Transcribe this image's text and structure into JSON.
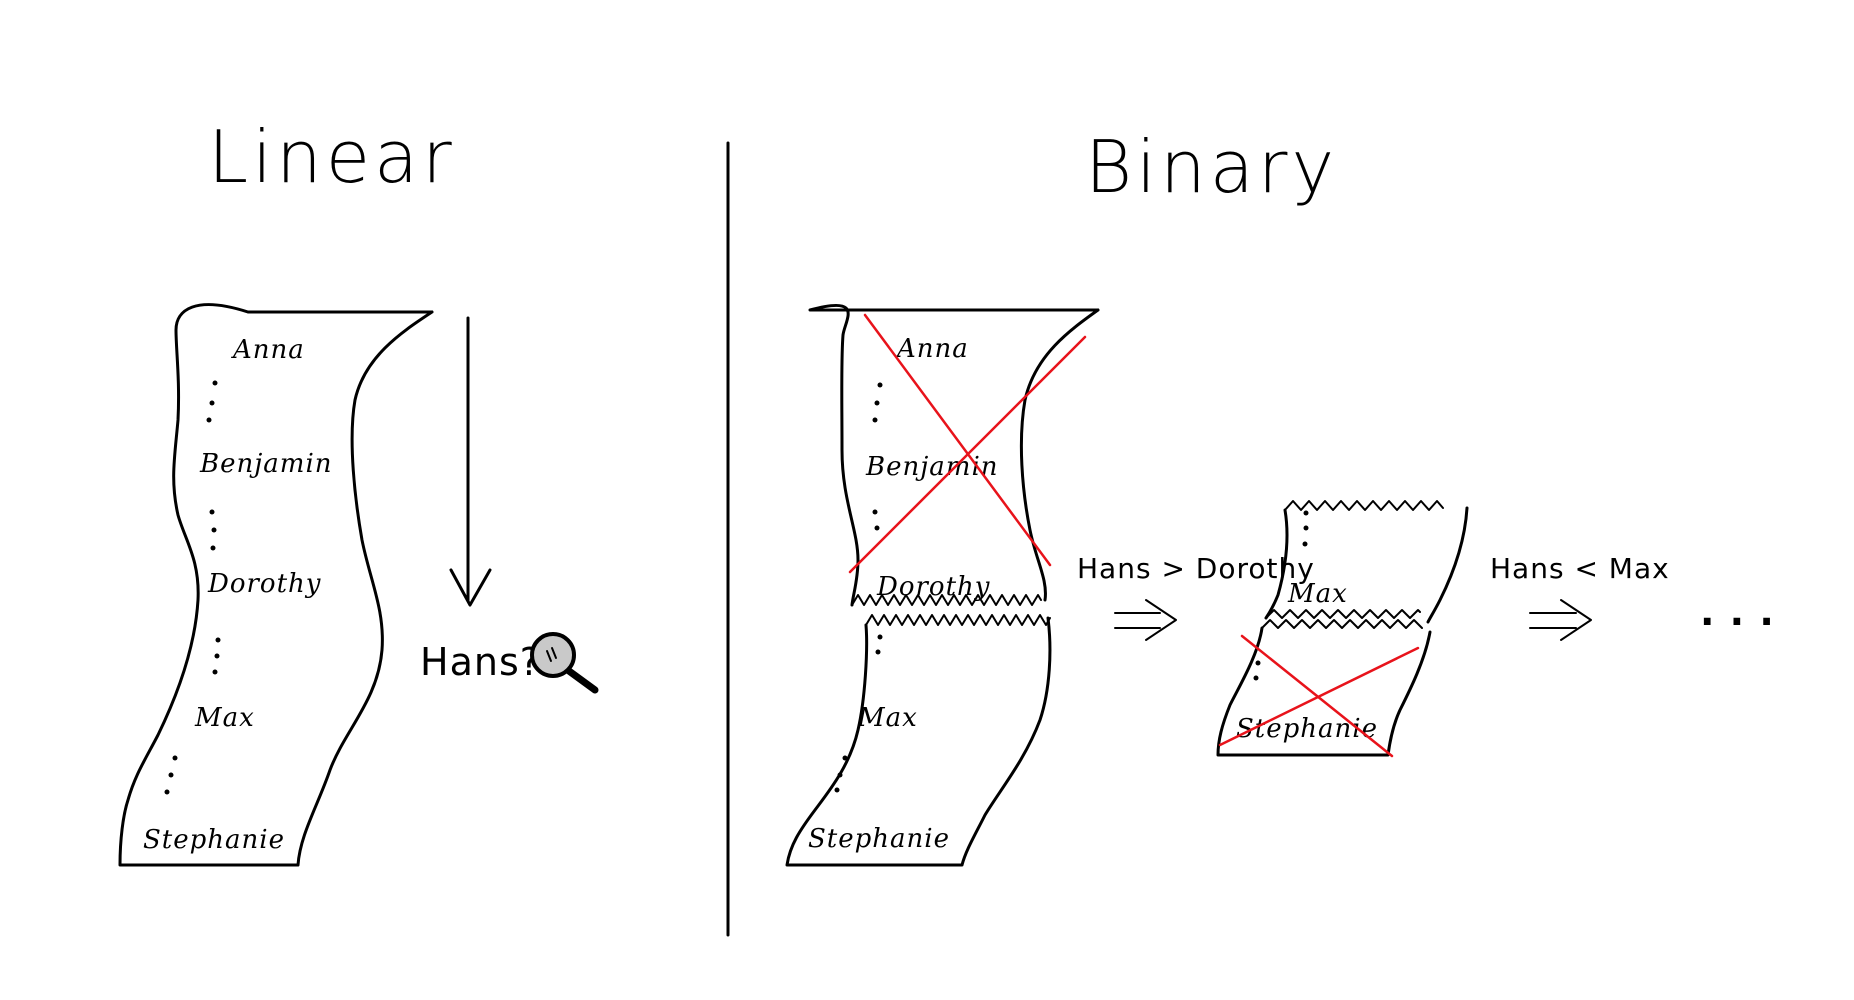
{
  "titles": {
    "linear": "Linear",
    "binary": "Binary"
  },
  "names": {
    "anna": "Anna",
    "benjamin": "Benjamin",
    "dorothy": "Dorothy",
    "max": "Max",
    "stephanie": "Stephanie"
  },
  "linear": {
    "query": "Hans?"
  },
  "binary": {
    "step1": "Hans > Dorothy",
    "step2": "Hans < Max",
    "continuation": ". . ."
  },
  "colors": {
    "ink": "#000000",
    "cross_out": "#e8131b",
    "background": "#ffffff"
  }
}
